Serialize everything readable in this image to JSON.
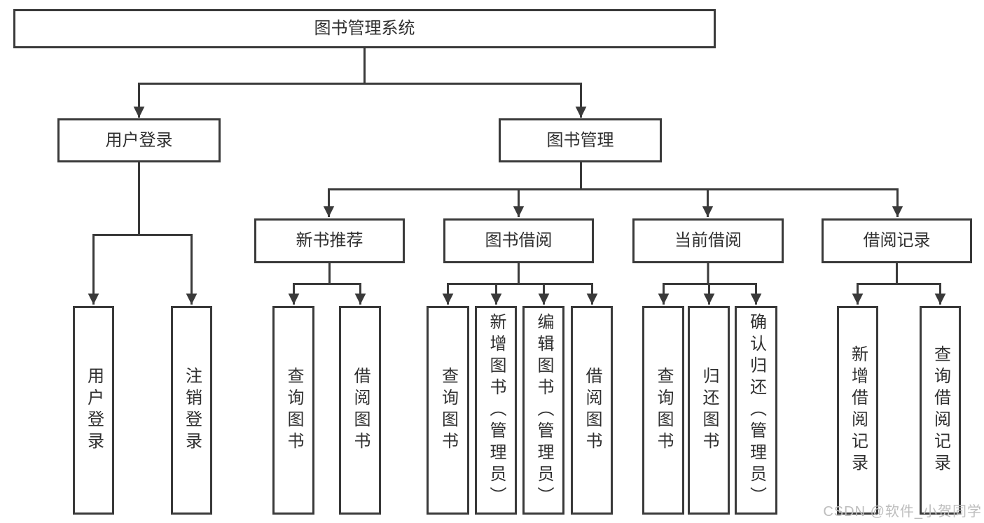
{
  "tree": {
    "root": "图书管理系统",
    "level2": [
      "用户登录",
      "图书管理"
    ],
    "level3": [
      "新书推荐",
      "图书借阅",
      "当前借阅",
      "借阅记录"
    ],
    "leaves_user_login": [
      "用户登录",
      "注销登录"
    ],
    "leaves_new_book": [
      "查询图书",
      "借阅图书"
    ],
    "leaves_book_borrow": [
      "查询图书",
      "新增图书（管理员）",
      "编辑图书（管理员）",
      "借阅图书"
    ],
    "leaves_current_borrow": [
      "查询图书",
      "归还图书",
      "确认归还（管理员）"
    ],
    "leaves_borrow_records": [
      "新增借阅记录",
      "查询借阅记录"
    ]
  },
  "watermark": "CSDN @软件_小贺同学",
  "colors": {
    "line": "#3a3a3a",
    "text": "#303030",
    "watermark": "#bdbdbd",
    "background": "#ffffff"
  }
}
